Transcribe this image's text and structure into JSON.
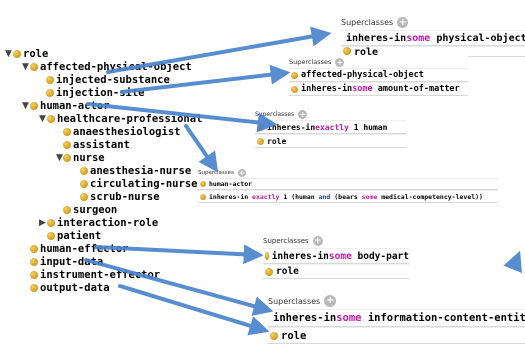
{
  "tree": {
    "role": "role",
    "affected_physical_object": "affected-physical-object",
    "injected_substance": "injected-substance",
    "injection_site": "injection-site",
    "human_actor": "human-actor",
    "healthcare_professional": "healthcare-professional",
    "anaesthesiologist": "anaesthesiologist",
    "assistant": "assistant",
    "nurse": "nurse",
    "anesthesia_nurse": "anesthesia-nurse",
    "circulating_nurse": "circulating-nurse",
    "scrub_nurse": "scrub-nurse",
    "surgeon": "surgeon",
    "interaction_role": "interaction-role",
    "patient": "patient",
    "human_effector": "human-effector",
    "input_data": "input-data",
    "instrument_effector": "instrument-effector",
    "output_data": "output-data"
  },
  "panels": {
    "header": "Superclasses",
    "p1": {
      "r1": {
        "pre": "inheres-in ",
        "kw": "some",
        "post": " physical-object"
      },
      "r2": "role"
    },
    "p2": {
      "r1": "affected-physical-object",
      "r2": {
        "pre": "inheres-in ",
        "kw": "some",
        "post": " amount-of-matter"
      }
    },
    "p3": {
      "r1": {
        "pre": "inheres-in ",
        "kw": "exactly",
        "post": " 1 human"
      },
      "r2": "role"
    },
    "p4": {
      "r1": "human-actor",
      "r2": {
        "pre": "inheres-in ",
        "kw": "exactly",
        "mid": " 1 (human ",
        "kw2": "and",
        "mid2": " (bears ",
        "kw3": "some",
        "post": " medical-competency-level))"
      }
    },
    "p5": {
      "r1": {
        "pre": "inheres-in ",
        "kw": "some",
        "post": " body-part"
      },
      "r2": "role"
    },
    "p6": {
      "r1": {
        "pre": "inheres-in ",
        "kw": "some",
        "post": " information-content-entity"
      },
      "r2": "role"
    }
  },
  "colors": {
    "class_dot": "#e0a82a",
    "keyword": "#c61aa5",
    "keyword_and": "#1a3acb",
    "arrow": "#4a84cc"
  }
}
